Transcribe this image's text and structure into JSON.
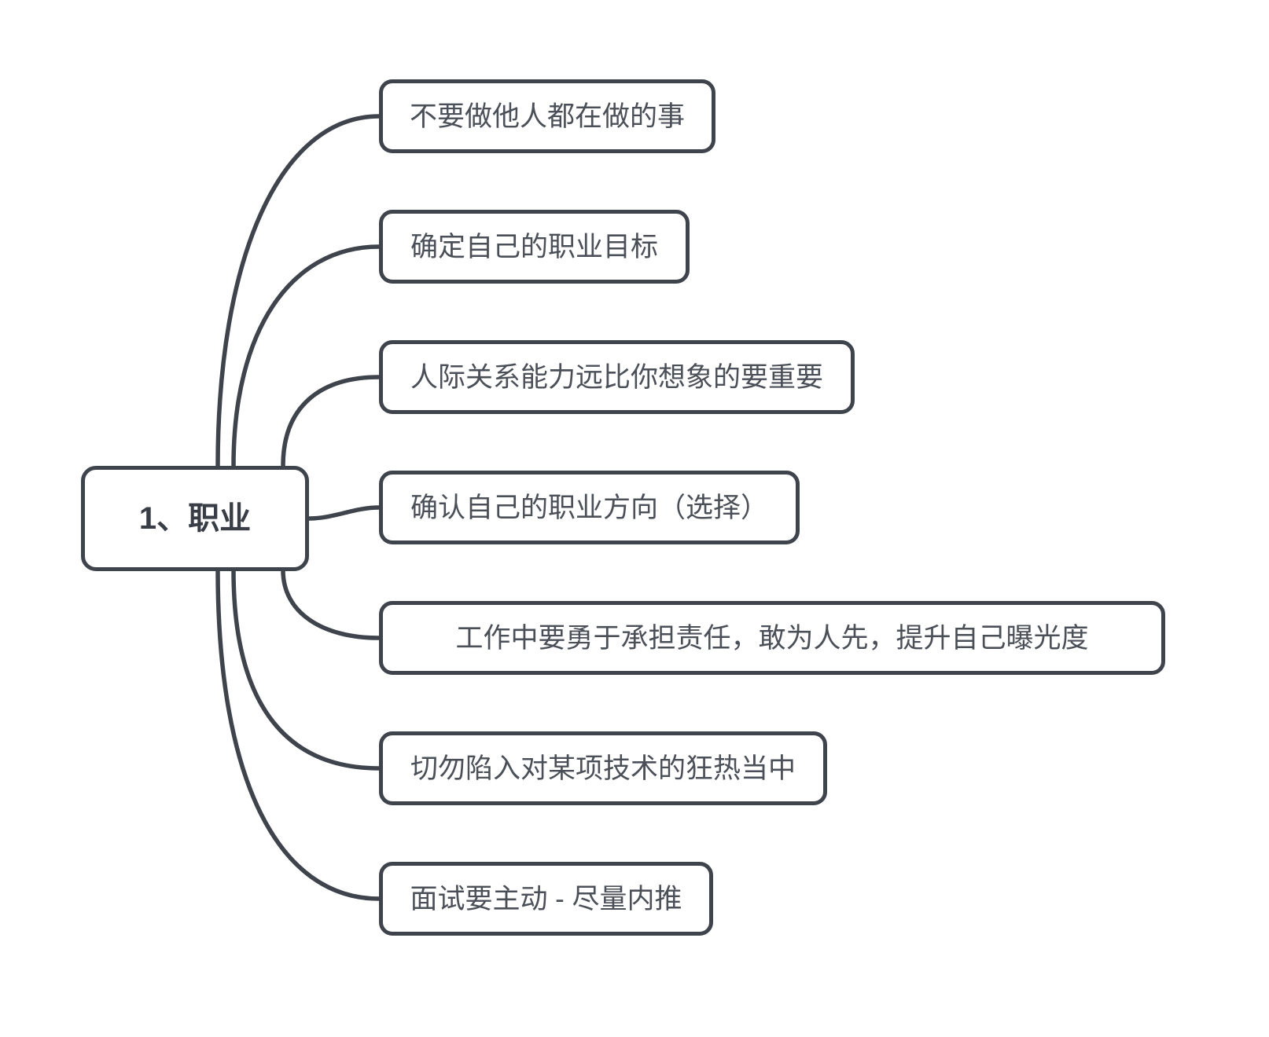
{
  "root": {
    "label": "1、职业"
  },
  "children": [
    {
      "label": "不要做他人都在做的事"
    },
    {
      "label": "确定自己的职业目标"
    },
    {
      "label": "人际关系能力远比你想象的要重要"
    },
    {
      "label": "确认自己的职业方向（选择）"
    },
    {
      "label": "工作中要勇于承担责任，敢为人先，提升自己曝光度"
    },
    {
      "label": "切勿陷入对某项技术的狂热当中"
    },
    {
      "label": "面试要主动 - 尽量内推"
    }
  ],
  "colors": {
    "stroke": "#3e434c",
    "text": "#4b5058",
    "root_text": "#383d46",
    "background": "#ffffff"
  }
}
